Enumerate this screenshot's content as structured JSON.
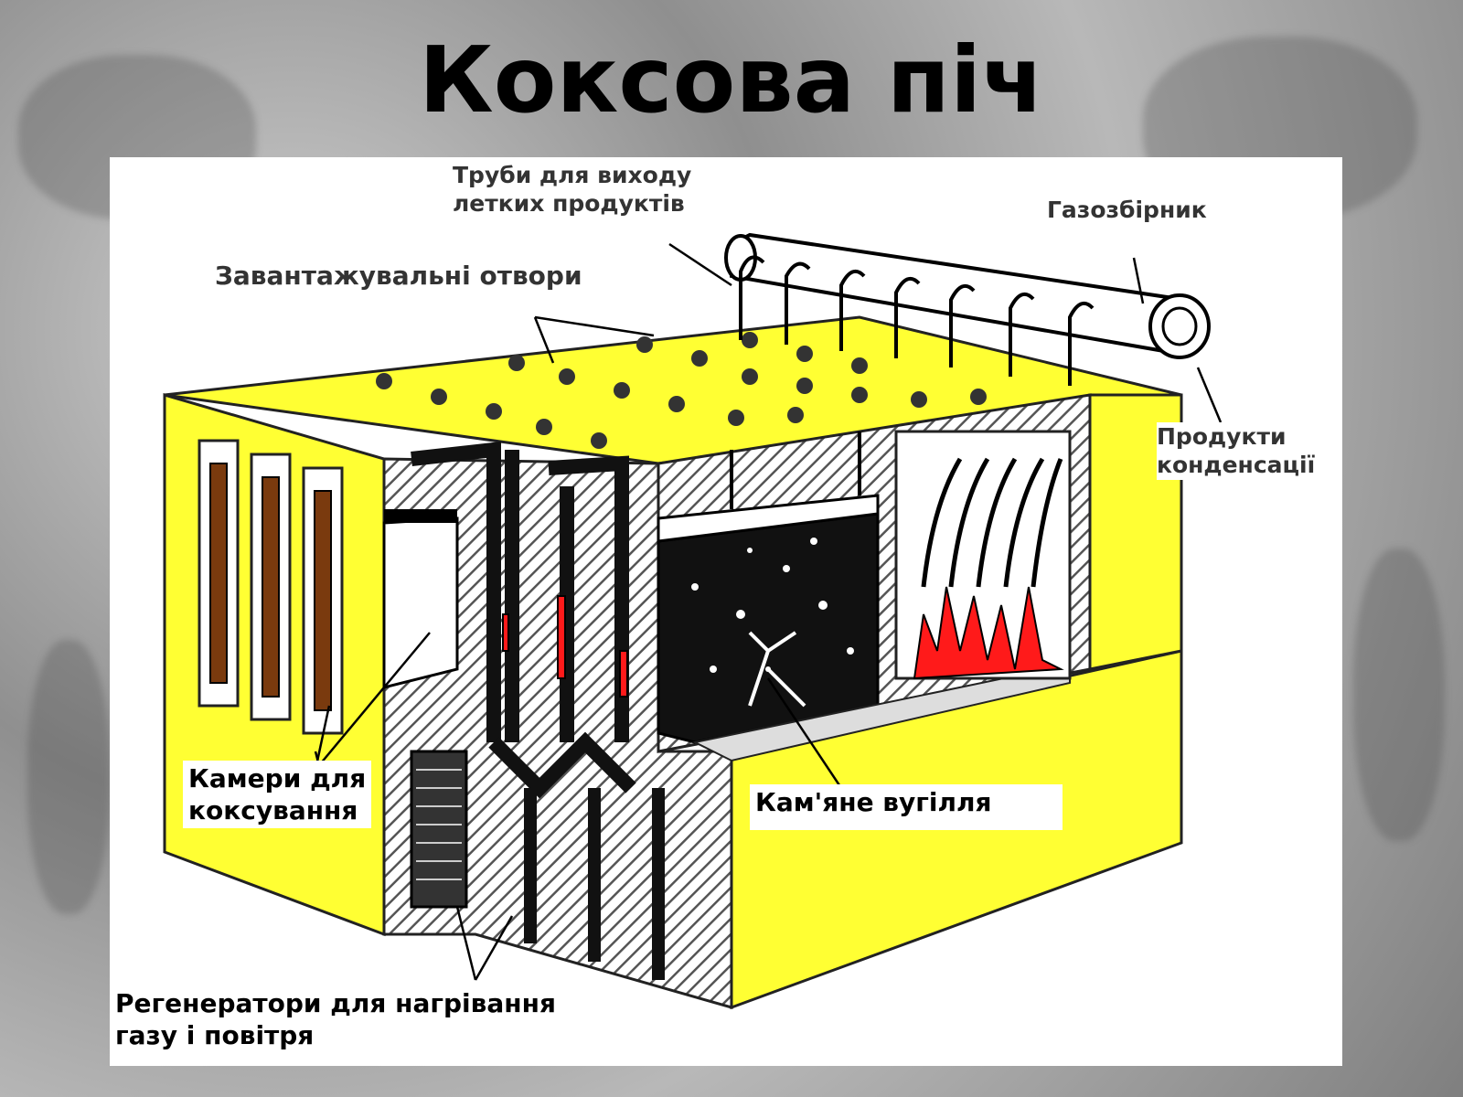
{
  "title": "Коксова піч",
  "labels": {
    "pipes": [
      "Труби для виходу",
      "летких продуктів"
    ],
    "collector": "Газозбірник",
    "loading_holes": "Завантажувальні отвори",
    "condensation": [
      "Продукти",
      "конденсації"
    ],
    "chambers": [
      "Камери для",
      "коксування"
    ],
    "coal": "Кам'яне вугілля",
    "regenerators": [
      "Регенератори для нагрівання",
      "газу і повітря"
    ]
  },
  "colors": {
    "oven_yellow": "#ffff33",
    "coal": "#111111",
    "flame": "#ff1a1a",
    "brick": "#9b4a12"
  }
}
